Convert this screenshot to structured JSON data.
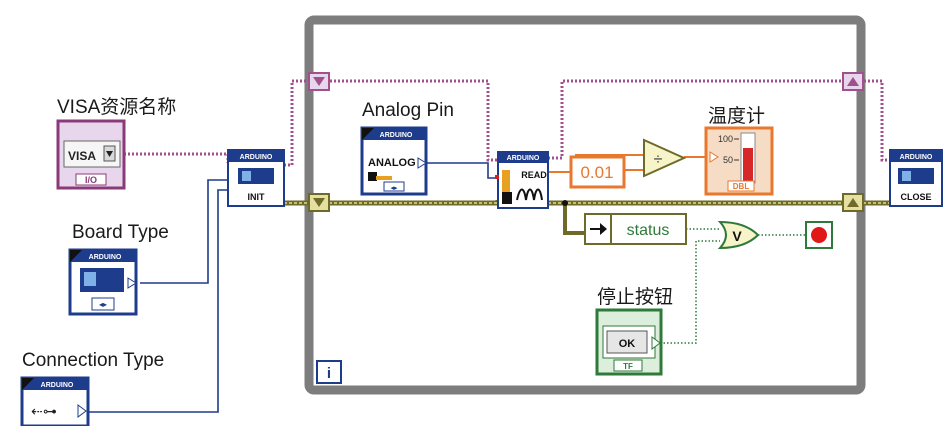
{
  "labels": {
    "visa_resource": "VISA资源名称",
    "board_type": "Board Type",
    "connection_type": "Connection Type",
    "analog_pin": "Analog Pin",
    "thermometer": "温度计",
    "stop_button": "停止按钮"
  },
  "visa_control": {
    "text": "VISA",
    "io_tag": "I/O"
  },
  "vis": {
    "init": {
      "header": "ARDUINO",
      "caption": "INIT"
    },
    "read": {
      "header": "ARDUINO",
      "caption": "READ"
    },
    "close": {
      "header": "ARDUINO",
      "caption": "CLOSE"
    }
  },
  "analog_ctrl": {
    "header": "ARDUINO",
    "text": "ANALOG"
  },
  "board_ctrl": {
    "header": "ARDUINO"
  },
  "conn_ctrl": {
    "header": "ARDUINO"
  },
  "constant": {
    "value": "0.01"
  },
  "status": {
    "text": "status"
  },
  "ok_button": {
    "text": "OK",
    "tag": "TF"
  },
  "thermo": {
    "tick_top": "100",
    "tick_mid": "50",
    "tag": "DBL"
  },
  "loop": {
    "iteration_label": "i"
  },
  "colors": {
    "visa_wire": "#a0508c",
    "ard_blue": "#1e3c8c",
    "error_wire": "#6e6a2a",
    "dbl_orange": "#e8782e",
    "bool_green": "#2e7a3a",
    "loop_border": "#7d7d7d"
  }
}
